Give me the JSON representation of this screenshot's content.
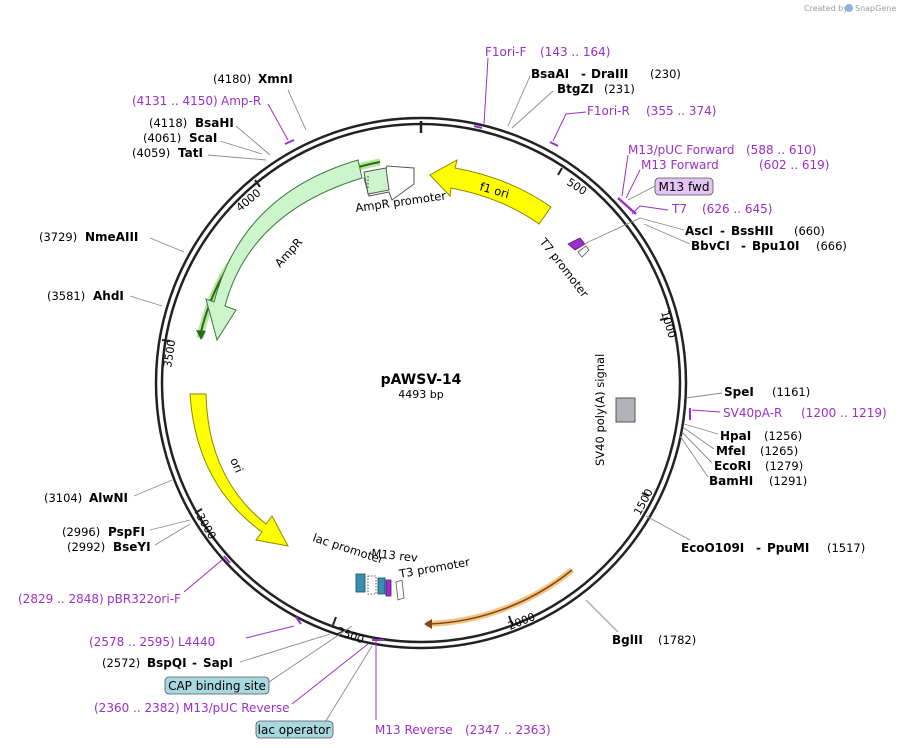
{
  "credit": {
    "text": "Created by",
    "brand": "SnapGene"
  },
  "plasmid": {
    "name": "pAWSV-14",
    "size": "4493 bp"
  },
  "ticks": [
    "500",
    "1000",
    "1500",
    "2000",
    "2500",
    "3000",
    "3500",
    "4000"
  ],
  "features": {
    "f1ori": "f1 ori",
    "ampr_promoter": "AmpR promoter",
    "ampr": "AmpR",
    "t7_promoter": "T7 promoter",
    "sv40": "SV40 poly(A) signal",
    "ori": "ori",
    "lac_promoter": "lac promoter",
    "m13rev": "M13 rev",
    "t3_promoter": "T3 promoter"
  },
  "badges": {
    "m13fwd": "M13 fwd",
    "cap": "CAP binding site",
    "lacop": "lac operator"
  },
  "colors": {
    "backbone": "#222222",
    "primer": "#9b2fc9",
    "f1ori": "#ffff00",
    "ampr": "#ccf5cc",
    "ori": "#ffff00",
    "terminator": "#b0b4b8",
    "badge_purple": "#e4c4f2",
    "badge_blue": "#a7d8e0",
    "orange_highlight": "#f6c283",
    "green_highlight": "#b6e59e"
  },
  "sites": [
    {
      "id": "xmni",
      "pos": "(4180)",
      "name": "XmnI"
    },
    {
      "id": "bsahi",
      "pos": "(4118)",
      "name": "BsaHI"
    },
    {
      "id": "scai",
      "pos": "(4061)",
      "name": "ScaI"
    },
    {
      "id": "tati",
      "pos": "(4059)",
      "name": "TatI"
    },
    {
      "id": "nmeaiii",
      "pos": "(3729)",
      "name": "NmeAIII"
    },
    {
      "id": "ahdi",
      "pos": "(3581)",
      "name": "AhdI"
    },
    {
      "id": "alwni",
      "pos": "(3104)",
      "name": "AlwNI"
    },
    {
      "id": "pspfi",
      "pos": "(2996)",
      "name": "PspFI"
    },
    {
      "id": "bseyi",
      "pos": "(2992)",
      "name": "BseYI"
    },
    {
      "id": "bspqi",
      "pos": "(2572)",
      "name": "BspQI",
      "name2": "SapI"
    },
    {
      "id": "bsaai",
      "pos": "(230)",
      "name": "BsaAI",
      "name2": "DraIII"
    },
    {
      "id": "btgzi",
      "pos": "(231)",
      "name": "BtgZI"
    },
    {
      "id": "asci",
      "pos": "(660)",
      "name": "AscI",
      "name2": "BssHII"
    },
    {
      "id": "bbvci",
      "pos": "(666)",
      "name": "BbvCI",
      "name2": "Bpu10I"
    },
    {
      "id": "spei",
      "pos": "(1161)",
      "name": "SpeI"
    },
    {
      "id": "hpai",
      "pos": "(1256)",
      "name": "HpaI"
    },
    {
      "id": "mfei",
      "pos": "(1265)",
      "name": "MfeI"
    },
    {
      "id": "ecori",
      "pos": "(1279)",
      "name": "EcoRI"
    },
    {
      "id": "bamhi",
      "pos": "(1291)",
      "name": "BamHI"
    },
    {
      "id": "eco0109i",
      "pos": "(1517)",
      "name": "EcoO109I",
      "name2": "PpuMI"
    },
    {
      "id": "bglii",
      "pos": "(1782)",
      "name": "BglII"
    }
  ],
  "primers": [
    {
      "id": "amp_r",
      "name": "Amp-R",
      "range": "(4131 .. 4150)"
    },
    {
      "id": "f1ori_f",
      "name": "F1ori-F",
      "range": "(143 .. 164)"
    },
    {
      "id": "f1ori_r",
      "name": "F1ori-R",
      "range": "(355 .. 374)"
    },
    {
      "id": "m13puc_fwd",
      "name": "M13/pUC Forward",
      "range": "(588 .. 610)"
    },
    {
      "id": "m13_fwd",
      "name": "M13 Forward",
      "range": "(602 .. 619)"
    },
    {
      "id": "t7",
      "name": "T7",
      "range": "(626 .. 645)"
    },
    {
      "id": "sv40pa_r",
      "name": "SV40pA-R",
      "range": "(1200 .. 1219)"
    },
    {
      "id": "pbr322ori_f",
      "name": "pBR322ori-F",
      "range": "(2829 .. 2848)"
    },
    {
      "id": "l4440",
      "name": "L4440",
      "range": "(2578 .. 2595)"
    },
    {
      "id": "m13puc_rev",
      "name": "M13/pUC Reverse",
      "range": "(2360 .. 2382)"
    },
    {
      "id": "m13_reverse",
      "name": "M13 Reverse",
      "range": "(2347 .. 2363)"
    }
  ]
}
